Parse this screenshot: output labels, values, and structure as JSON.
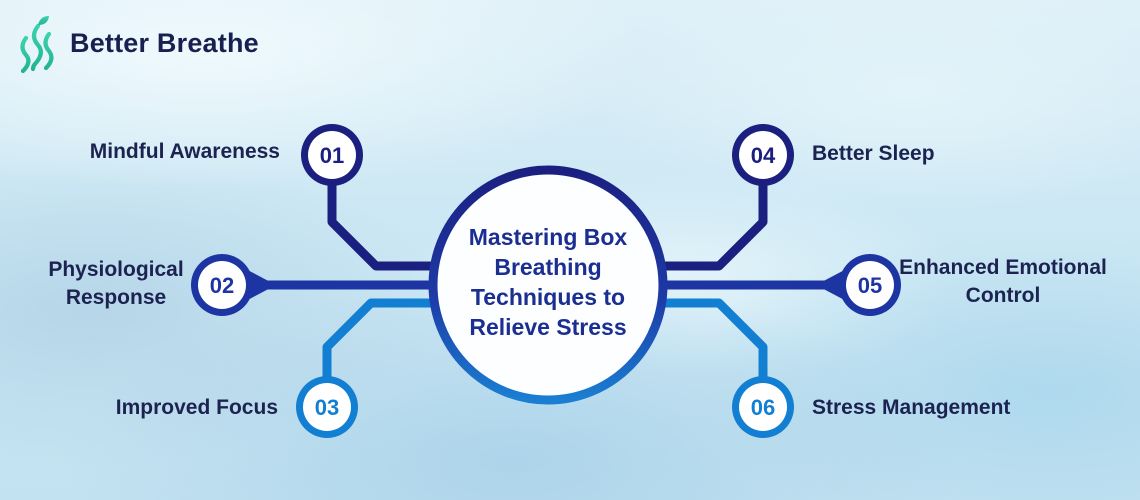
{
  "logo": {
    "brand": "Better Breathe",
    "icon": "breath-waves-leaf-icon"
  },
  "center": {
    "title": "Mastering Box Breathing Techniques to Relieve Stress",
    "lines": [
      "Mastering Box",
      "Breathing",
      "Techniques to",
      "Relieve Stress"
    ]
  },
  "nodes": [
    {
      "number": "01",
      "label": "Mindful Awareness",
      "side": "left",
      "color": "#1b2080"
    },
    {
      "number": "02",
      "label": "Physiological Response",
      "side": "left",
      "color": "#1d35a3"
    },
    {
      "number": "03",
      "label": "Improved Focus",
      "side": "left",
      "color": "#137fd2"
    },
    {
      "number": "04",
      "label": "Better Sleep",
      "side": "right",
      "color": "#1b2080"
    },
    {
      "number": "05",
      "label": "Enhanced Emotional Control",
      "side": "right",
      "color": "#1d35a3"
    },
    {
      "number": "06",
      "label": "Stress Management",
      "side": "right",
      "color": "#137fd2"
    }
  ],
  "colors": {
    "navy": "#1b2080",
    "royal": "#1d35a3",
    "blue": "#137fd2",
    "label_text": "#1c2351",
    "center_text": "#1b2e91",
    "teal": "#2fc3a3",
    "node_fill": "#ffffff",
    "background": "#cde8f4",
    "center_ring_top": "#1b2080",
    "center_ring_bottom": "#1a7fd2"
  }
}
